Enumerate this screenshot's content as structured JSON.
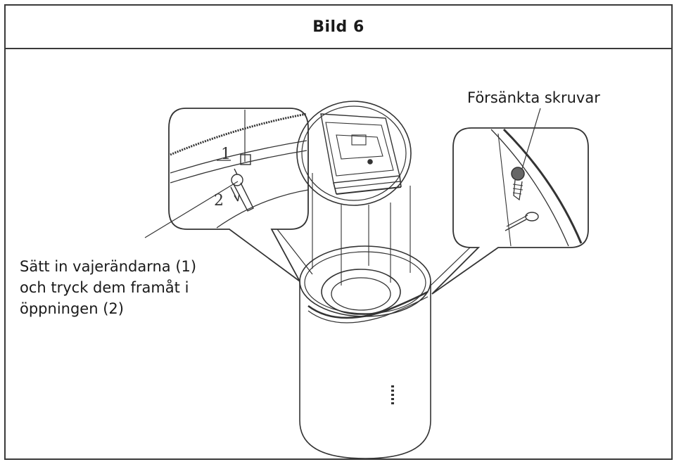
{
  "figure": {
    "title": "Bild 6"
  },
  "callouts": {
    "screws_label": "Försänkta skruvar",
    "wire_label_lines": [
      "Sätt in vajeränd­arna (1)",
      "och tryck dem framåt i",
      "öppningen (2)"
    ],
    "step_1": "1",
    "step_2": "2"
  }
}
